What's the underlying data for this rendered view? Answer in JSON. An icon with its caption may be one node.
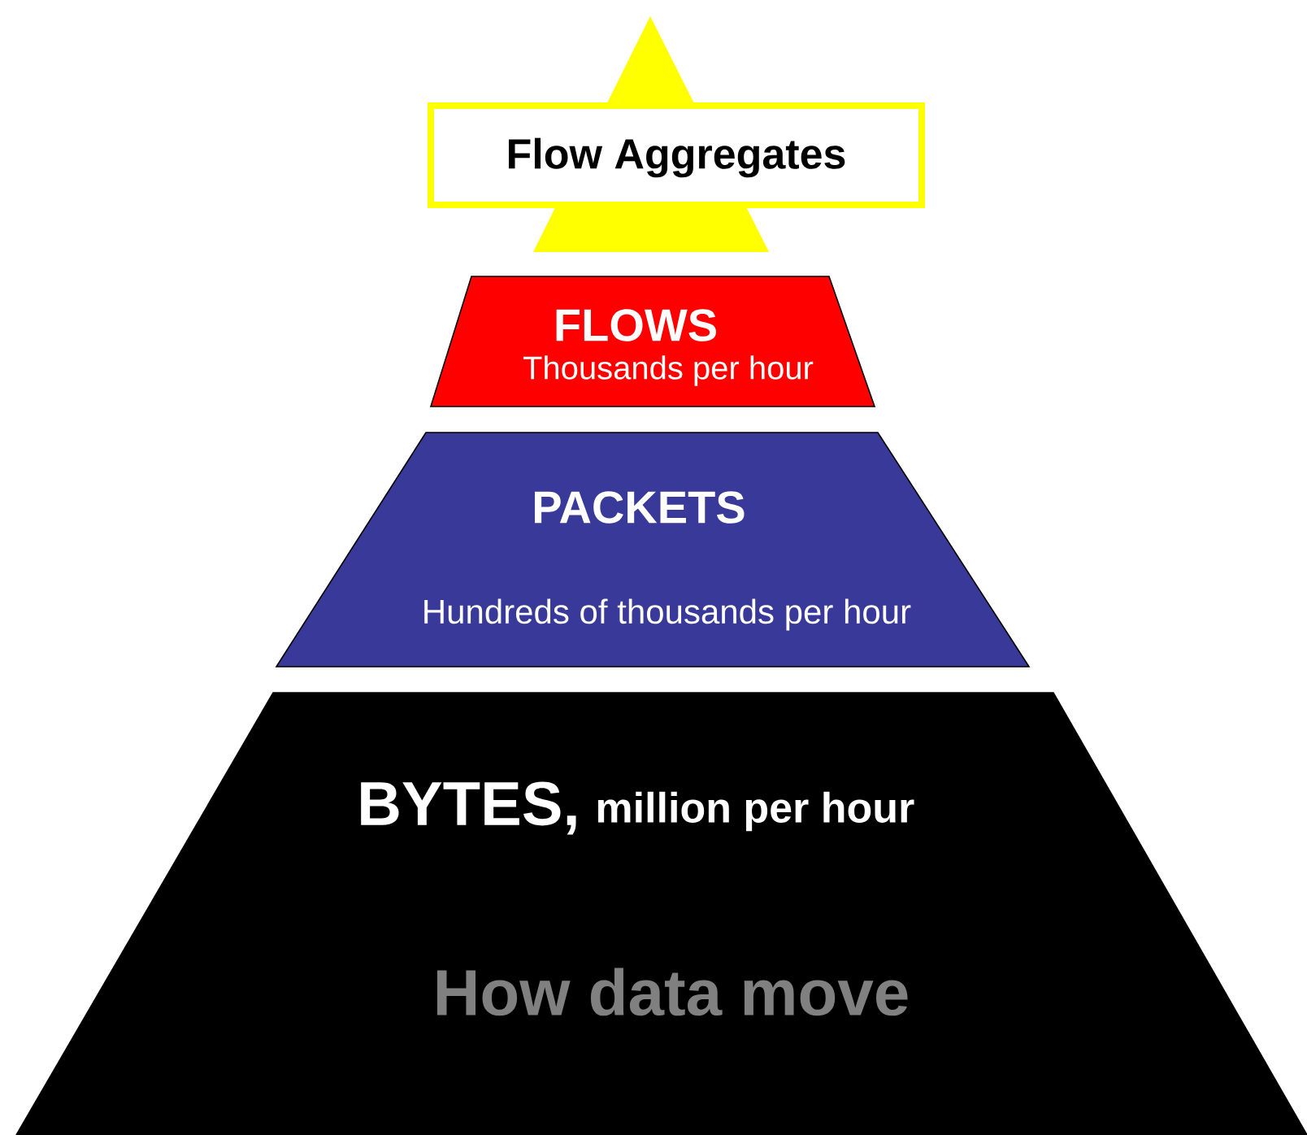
{
  "diagram": {
    "nodes": [
      {
        "text": [],
        "shape": "triangle"
      },
      {
        "text": [
          "Flow Aggregates"
        ]
      },
      {
        "text": [
          "FLOWS",
          "Thousands per hour"
        ]
      },
      {
        "text": [
          "PACKETS",
          "Hundreds of thousands per hour"
        ]
      },
      {
        "text": [
          "BYTES,",
          "million per hour",
          "How data move"
        ]
      }
    ]
  }
}
